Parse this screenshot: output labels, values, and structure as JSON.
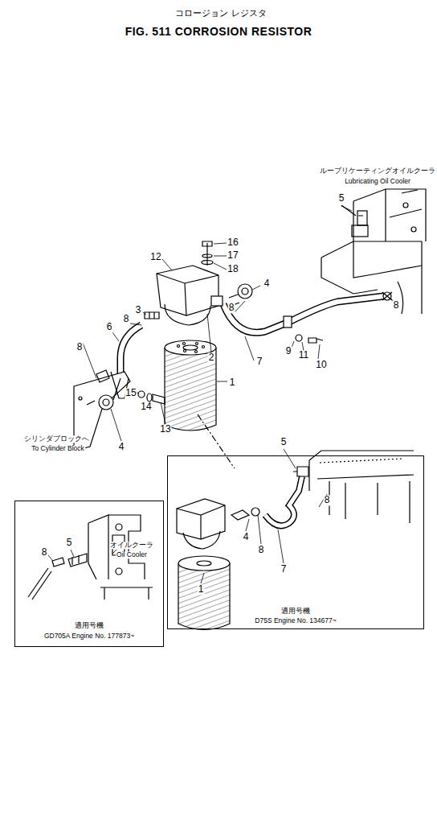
{
  "diagram": {
    "title": "FIG. 511 CORROSION RESISTOR",
    "nodes": [
      {
        "text": [
          "適用号機",
          "GD705A Engine No. 177873~"
        ]
      },
      {
        "text": [
          "適用号機",
          "D75S Engine No. 134677~"
        ]
      }
    ],
    "labels": [
      "コロージョン レジスタ",
      "ルーブリケーティングオイルクーラ",
      "Lubricating Oil Cooler",
      "5",
      "16",
      "17",
      "12",
      "18",
      "4",
      "8",
      "3",
      "8",
      "8",
      "6",
      "8",
      "9",
      "11",
      "2",
      "7",
      "10",
      "1",
      "15",
      "14",
      "13",
      "シリンダブロックへ",
      "4",
      "To Cylinder Block",
      "5",
      "8",
      "4",
      "8",
      "5",
      "オイルクーラ",
      "Oil Cooler",
      "8",
      "7",
      "1"
    ]
  }
}
